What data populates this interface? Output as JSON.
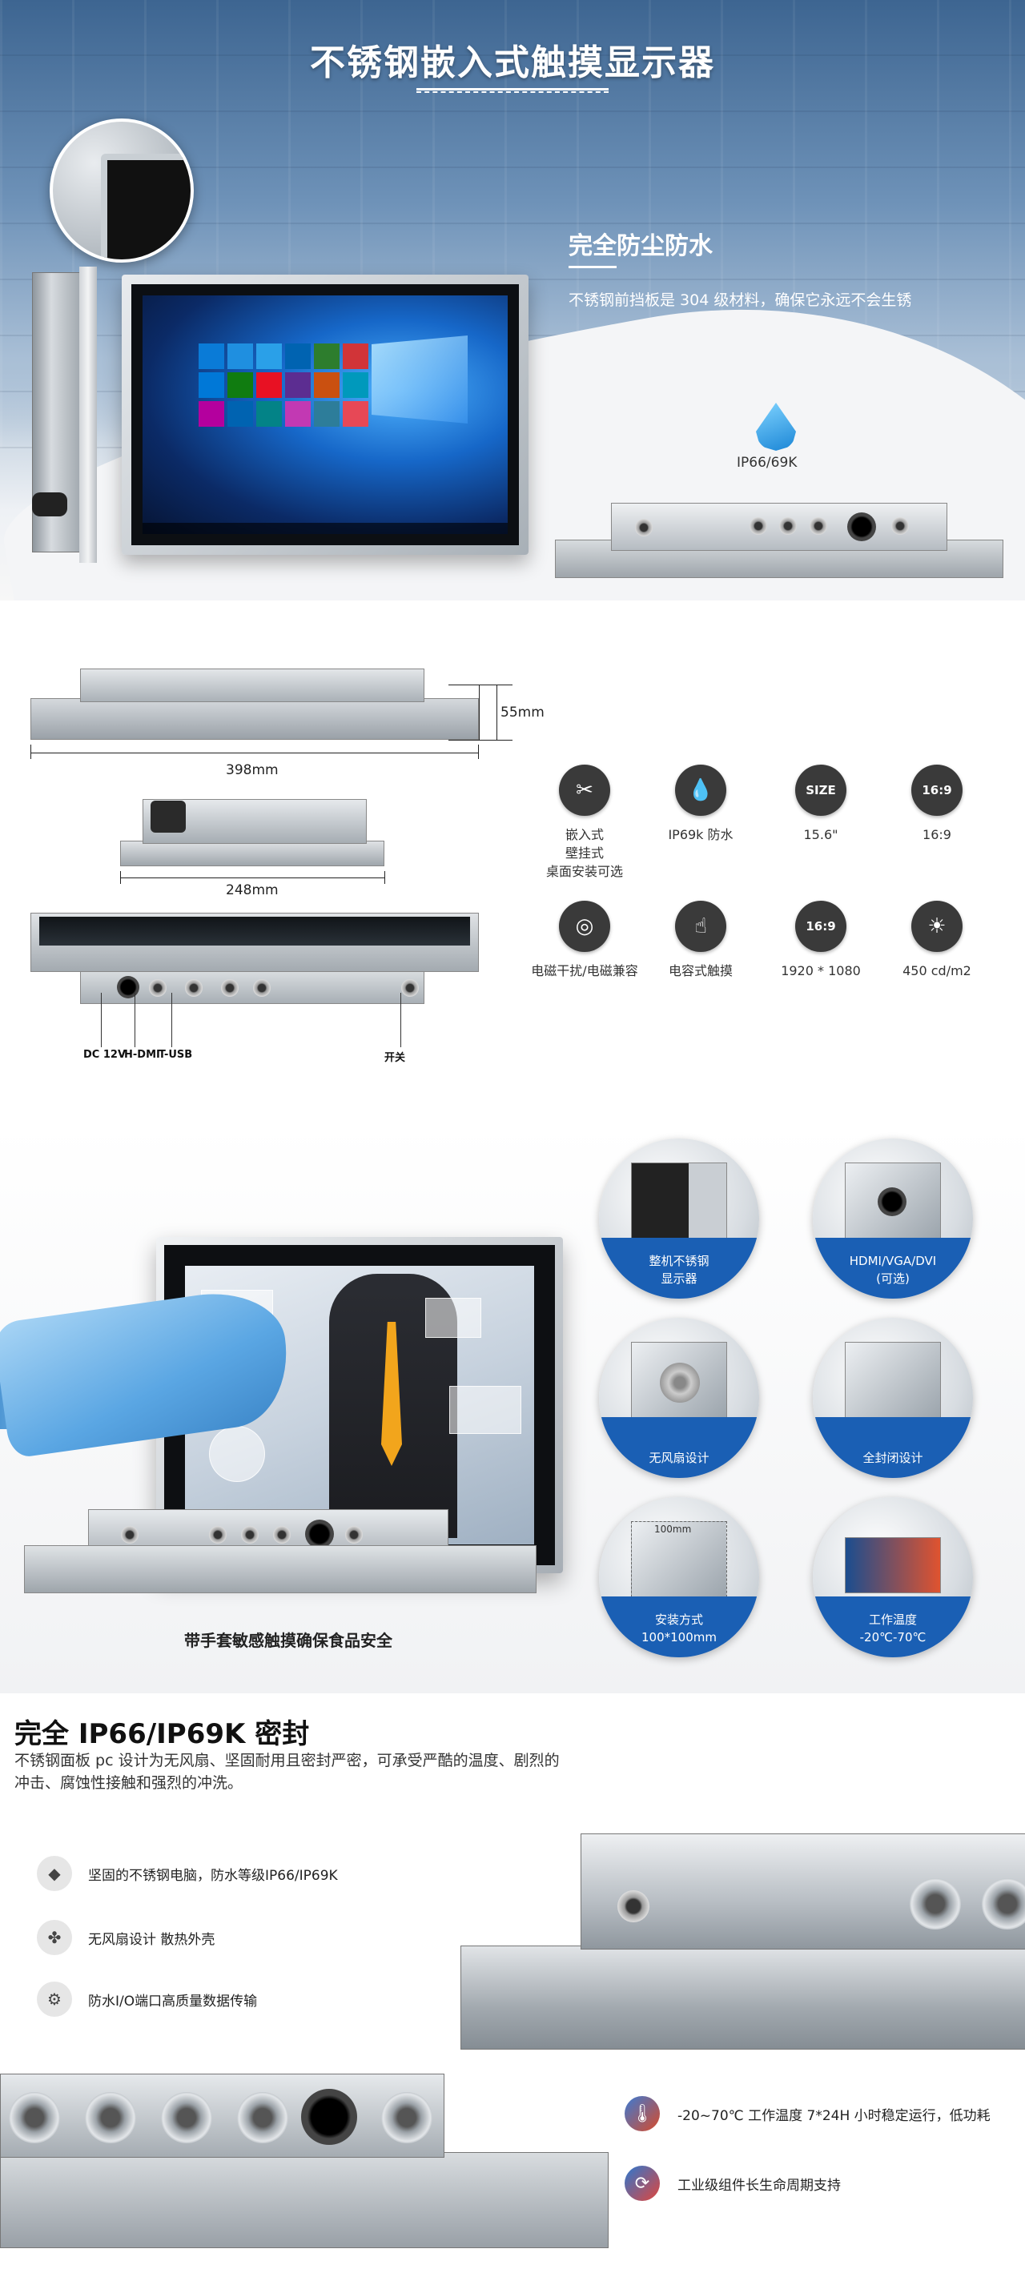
{
  "hero": {
    "title": "不锈钢嵌入式触摸显示器",
    "feature_title": "完全防尘防水",
    "feature_desc": "不锈钢前挡板是 304 级材料，确保它永远不会生锈",
    "ip_rating": "IP66/69K"
  },
  "dimensions": {
    "height": "55mm",
    "width": "398mm",
    "depth": "248mm",
    "ports": [
      "DC 12V",
      "H-DMI",
      "T-USB",
      "开关"
    ]
  },
  "specs": [
    {
      "icon": "tools-icon",
      "glyph": "✂",
      "label": "嵌入式\n壁挂式\n桌面安装可选"
    },
    {
      "icon": "water-drop-icon",
      "glyph": "💧",
      "label": "IP69k 防水"
    },
    {
      "icon": "size-icon",
      "glyph": "SIZE",
      "label": "15.6\""
    },
    {
      "icon": "aspect-ratio-icon",
      "glyph": "16:9",
      "label": "16:9"
    },
    {
      "icon": "emi-icon",
      "glyph": "◎",
      "label": "电磁干扰/电磁兼容"
    },
    {
      "icon": "touch-icon",
      "glyph": "☝",
      "label": "电容式触摸"
    },
    {
      "icon": "resolution-icon",
      "glyph": "16:9",
      "label": "1920 * 1080"
    },
    {
      "icon": "brightness-icon",
      "glyph": "☀",
      "label": "450 cd/m2"
    }
  ],
  "features": {
    "caption": "带手套敏感触摸确保食品安全",
    "circles": [
      {
        "name": "stainless-body-circle",
        "label": "整机不锈钢\n显示器"
      },
      {
        "name": "hdmi-vga-circle",
        "label": "HDMI/VGA/DVI\n(可选)"
      },
      {
        "name": "fanless-circle",
        "label": "无风扇设计"
      },
      {
        "name": "sealed-circle",
        "label": "全封闭设计"
      },
      {
        "name": "vesa-circle",
        "label": "安装方式\n100*100mm"
      },
      {
        "name": "temperature-circle",
        "label": "工作温度\n-20℃-70℃"
      }
    ],
    "vesa_dim": "100mm"
  },
  "sealing": {
    "title": "完全 IP66/IP69K 密封",
    "desc": "不锈钢面板 pc 设计为无风扇、坚固耐用且密封严密，可承受严酷的温度、剧烈的冲击、腐蚀性接触和强烈的冲洗。",
    "bullets": [
      {
        "icon": "diamond-icon",
        "glyph": "◆",
        "text": "坚固的不锈钢电脑，防水等级IP66/IP69K"
      },
      {
        "icon": "fan-icon",
        "glyph": "✤",
        "text": "无风扇设计 散热外壳"
      },
      {
        "icon": "connector-icon",
        "glyph": "⚙",
        "text": "防水I/O端口高质量数据传输"
      }
    ]
  },
  "reliability": {
    "bullets": [
      {
        "icon": "thermometer-icon",
        "glyph": "🌡",
        "color": "#d84a2a",
        "text": "-20~70℃ 工作温度 7*24H 小时稳定运行，低功耗"
      },
      {
        "icon": "lifecycle-icon",
        "glyph": "⟳",
        "color": "#2b78d0",
        "text": "工业级组件长生命周期支持"
      }
    ]
  }
}
